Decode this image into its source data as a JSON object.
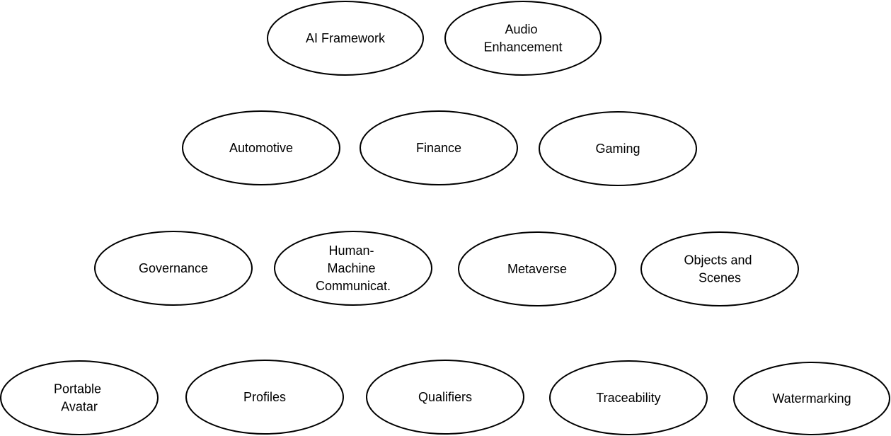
{
  "nodes": [
    {
      "id": "ai-framework",
      "lines": [
        "AI Framework"
      ]
    },
    {
      "id": "audio-enhancement",
      "lines": [
        "Audio",
        "Enhancement"
      ]
    },
    {
      "id": "automotive",
      "lines": [
        "Automotive"
      ]
    },
    {
      "id": "finance",
      "lines": [
        "Finance"
      ]
    },
    {
      "id": "gaming",
      "lines": [
        "Gaming"
      ]
    },
    {
      "id": "governance",
      "lines": [
        "Governance"
      ]
    },
    {
      "id": "human-machine-communication",
      "lines": [
        "Human-",
        "Machine",
        "Communicat."
      ]
    },
    {
      "id": "metaverse",
      "lines": [
        "Metaverse"
      ]
    },
    {
      "id": "objects-and-scenes",
      "lines": [
        "Objects and",
        "Scenes"
      ]
    },
    {
      "id": "portable-avatar",
      "lines": [
        "Portable",
        "Avatar"
      ]
    },
    {
      "id": "profiles",
      "lines": [
        "Profiles"
      ]
    },
    {
      "id": "qualifiers",
      "lines": [
        "Qualifiers"
      ]
    },
    {
      "id": "traceability",
      "lines": [
        "Traceability"
      ]
    },
    {
      "id": "watermarking",
      "lines": [
        "Watermarking"
      ]
    }
  ]
}
